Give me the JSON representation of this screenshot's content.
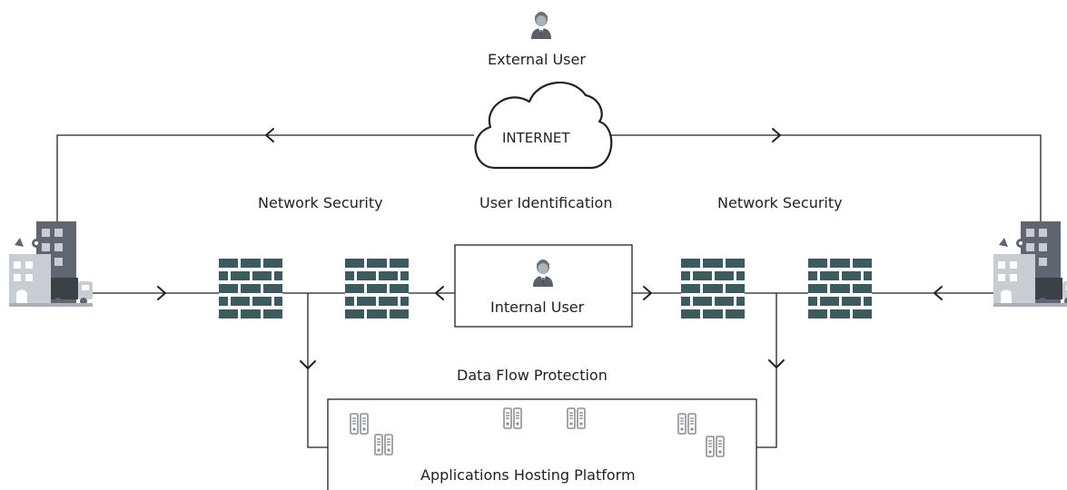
{
  "labels": {
    "external_user": "External User",
    "internet": "INTERNET",
    "network_security_left": "Network Security",
    "user_identification": "User Identification",
    "network_security_right": "Network Security",
    "internal_user": "Internal User",
    "data_flow_protection": "Data Flow Protection",
    "applications_hosting_platform": "Applications Hosting Platform"
  },
  "colors": {
    "line": "#222222",
    "firewall": "#3d5a5e",
    "building_light": "#c8ccd3",
    "building_dark": "#5f6672",
    "server": "#8a8f96"
  }
}
